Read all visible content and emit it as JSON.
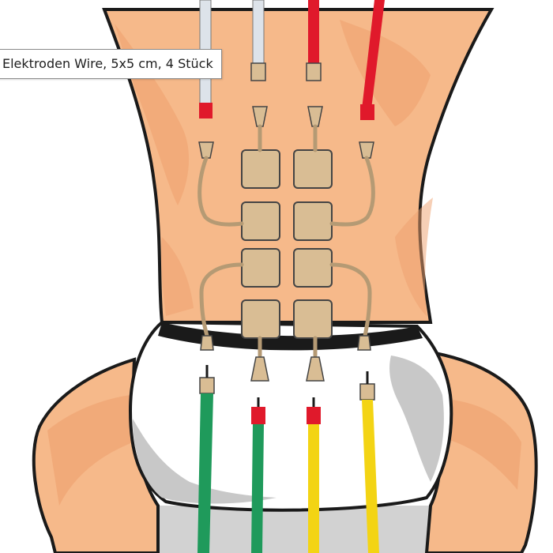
{
  "tooltip": {
    "text": "Elektroden Wire, 5x5 cm, 4 Stück"
  },
  "illustration": {
    "subject": "back-with-tens-electrodes",
    "electrode_count": 8,
    "wire_count": 8,
    "colors": {
      "skin": "#f6b98a",
      "skin_shade": "#eea06e",
      "outline": "#1a1a1a",
      "electrode_pad": "#d9bd94",
      "wire_white": "#dde3ea",
      "wire_red": "#e0192b",
      "wire_green": "#1f9a5b",
      "wire_yellow": "#f3d414",
      "underwear": "#ffffff",
      "underwear_shade": "#c8c8c8",
      "seat": "#d2d2d2"
    }
  }
}
